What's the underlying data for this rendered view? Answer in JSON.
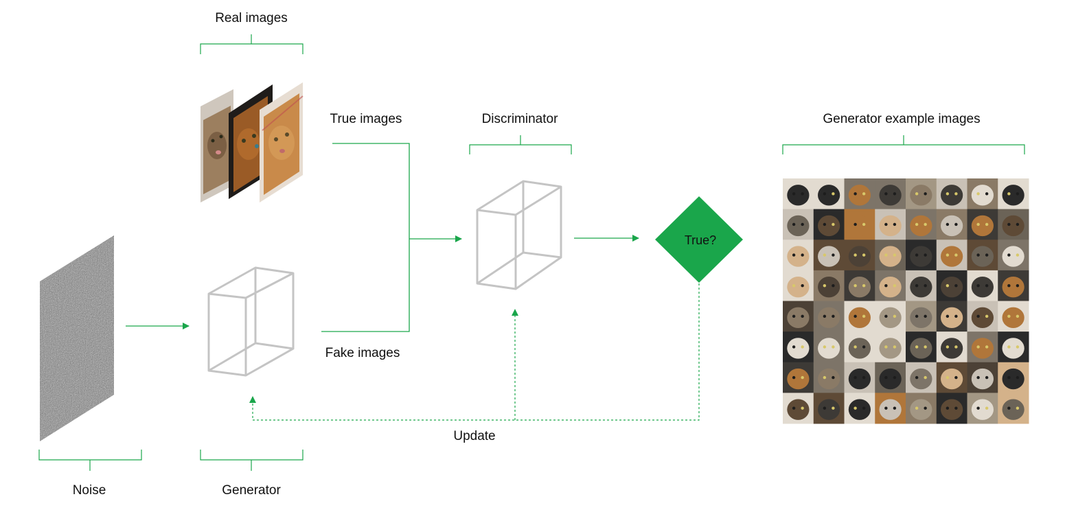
{
  "labels": {
    "real_images": "Real images",
    "true_images": "True images",
    "discriminator": "Discriminator",
    "generator_examples": "Generator example images",
    "fake_images": "Fake images",
    "noise": "Noise",
    "generator": "Generator",
    "update": "Update",
    "decision": "True?"
  },
  "colors": {
    "accent": "#1aa64b",
    "box_stroke": "#c4c4c4",
    "text": "#111111"
  },
  "icons": {
    "real_images": "stacked-cat-photos",
    "noise": "noise-panel",
    "generator": "wireframe-box",
    "discriminator": "wireframe-box",
    "decision": "diamond",
    "example_grid": "cat-face-grid"
  },
  "example_grid": {
    "rows": 8,
    "cols": 8
  }
}
